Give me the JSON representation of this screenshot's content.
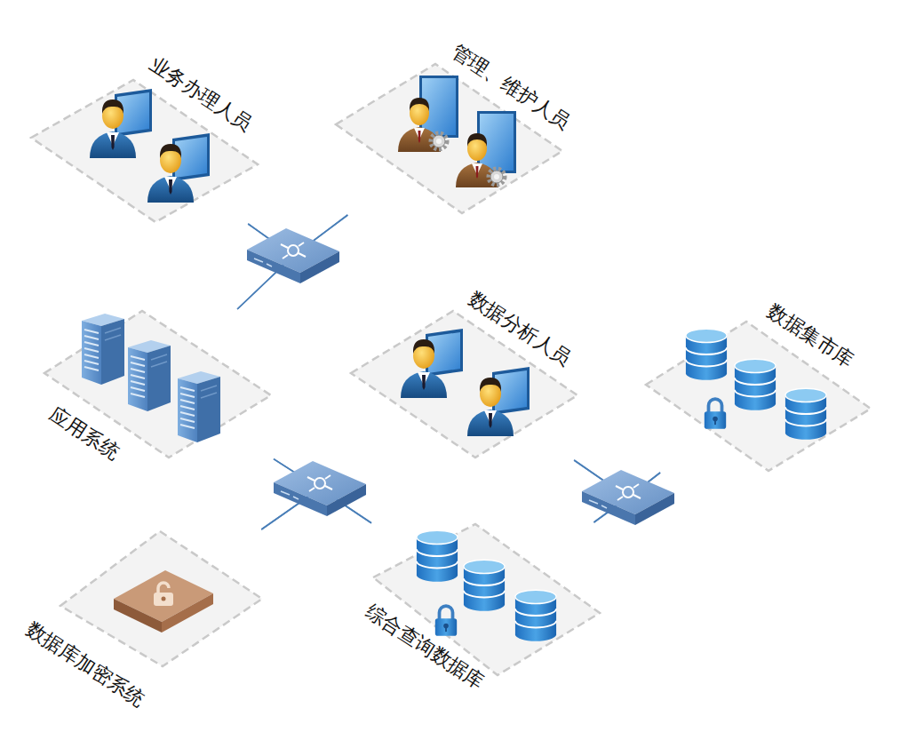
{
  "diagram": {
    "nodes": [
      {
        "text": [
          "业务办理人员"
        ]
      },
      {
        "text": [
          "管理、维护人员"
        ]
      },
      {
        "text": [
          "应用系统"
        ]
      },
      {
        "text": [
          "数据分析人员"
        ]
      },
      {
        "text": [
          "数据集市库"
        ]
      },
      {
        "text": [
          "数据库加密系统"
        ]
      },
      {
        "text": [
          "综合查询数据库"
        ]
      }
    ],
    "edges": [
      {
        "from": 0,
        "to": 2,
        "arrow": "none"
      },
      {
        "from": 1,
        "to": 2,
        "arrow": "none"
      },
      {
        "from": 0,
        "to": 1,
        "arrow": "none"
      },
      {
        "from": 2,
        "to": 5,
        "arrow": "none"
      },
      {
        "from": 2,
        "to": 6,
        "arrow": "none"
      },
      {
        "from": 5,
        "to": 6,
        "arrow": "none"
      },
      {
        "from": 3,
        "to": 4,
        "arrow": "none"
      },
      {
        "from": 3,
        "to": 6,
        "arrow": "none"
      },
      {
        "from": 6,
        "to": 4,
        "arrow": "none"
      }
    ]
  }
}
